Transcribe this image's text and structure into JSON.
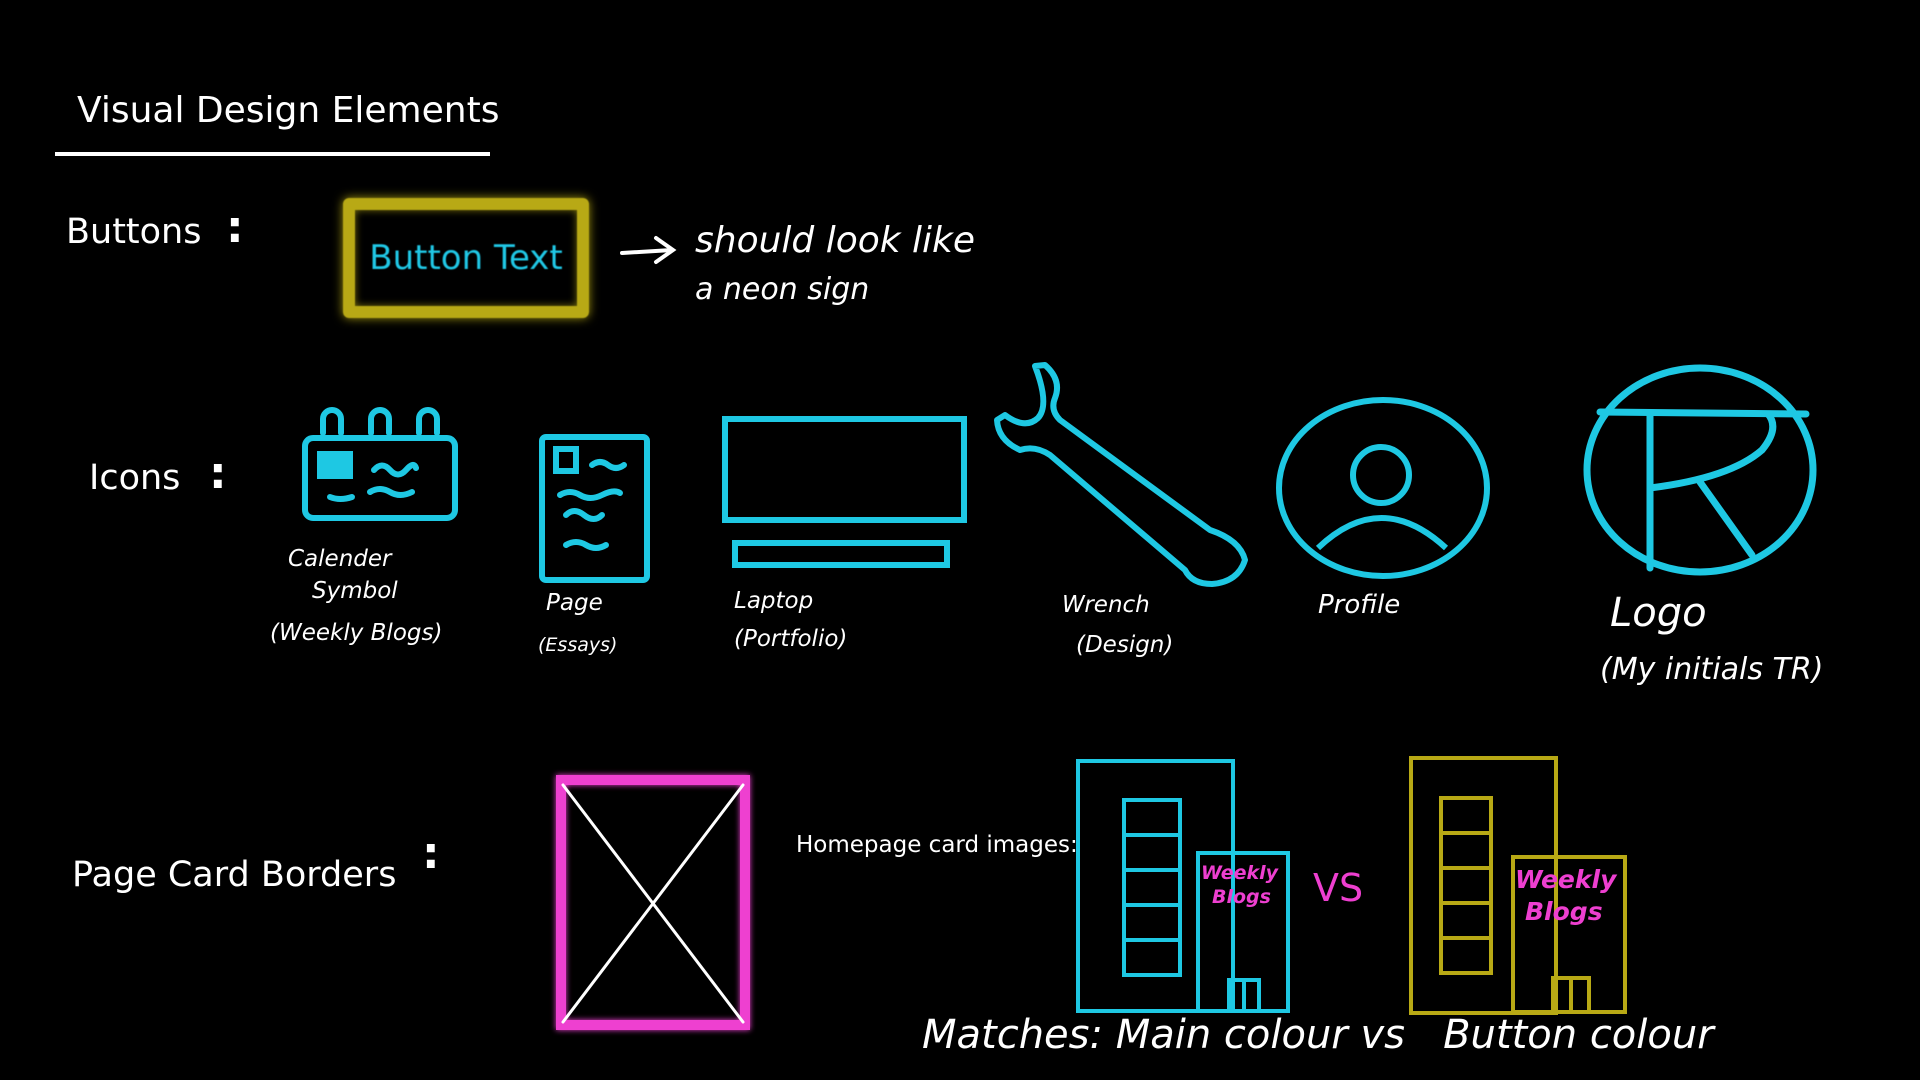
{
  "title": "Visual Design Elements",
  "sections": {
    "buttons": {
      "label": "Buttons",
      "colon": ":"
    },
    "icons": {
      "label": "Icons",
      "colon": ":"
    },
    "borders": {
      "label": "Page Card Borders",
      "colon": ":"
    }
  },
  "button_demo": {
    "text": "Button Text",
    "note_line1": "should look like",
    "note_line2": "a neon sign"
  },
  "icons": [
    {
      "name": "calendar",
      "caption1": "Calender",
      "caption2": "Symbol",
      "caption3": "(Weekly Blogs)"
    },
    {
      "name": "page",
      "caption1": "Page",
      "caption2": "(Essays)"
    },
    {
      "name": "laptop",
      "caption1": "Laptop",
      "caption2": "(Portfolio)"
    },
    {
      "name": "wrench",
      "caption1": "Wrench",
      "caption2": "(Design)"
    },
    {
      "name": "profile",
      "caption1": "Profile"
    },
    {
      "name": "logo",
      "caption1": "Logo",
      "caption2": "(My initials TR)",
      "letters": "TR"
    }
  ],
  "homepage": {
    "label": "Homepage card images:",
    "card_text_line1": "Weekly",
    "card_text_line2": "Blogs",
    "vs": "VS",
    "bottom_note": "Matches: Main colour vs   Button colour"
  },
  "colors": {
    "main": "#1ec8e3",
    "button": "#b8a915",
    "border": "#ee3fd0",
    "text": "#ffffff",
    "background": "#000000"
  }
}
